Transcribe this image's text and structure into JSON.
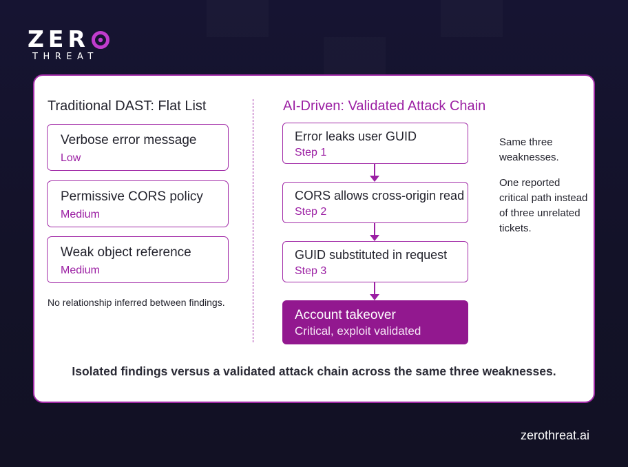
{
  "brand": {
    "logo_word": "ZER",
    "logo_sub": "THREAT",
    "accent_color": "#a12aa7",
    "footer_url": "zerothreat.ai"
  },
  "left": {
    "title": "Traditional DAST: Flat List",
    "findings": [
      {
        "name": "Verbose error message",
        "severity": "Low"
      },
      {
        "name": "Permissive CORS policy",
        "severity": "Medium"
      },
      {
        "name": "Weak object reference",
        "severity": "Medium"
      }
    ],
    "note": "No relationship inferred between findings."
  },
  "right": {
    "title": "AI-Driven: Validated Attack Chain",
    "steps": [
      {
        "name": "Error leaks user GUID",
        "label": "Step 1"
      },
      {
        "name": "CORS allows cross-origin read",
        "label": "Step 2"
      },
      {
        "name": "GUID substituted in request",
        "label": "Step 3"
      }
    ],
    "outcome": {
      "name": "Account takeover",
      "detail": "Critical, exploit validated"
    },
    "side_notes": [
      "Same three weaknesses.",
      "One reported critical path instead of three unrelated tickets."
    ]
  },
  "caption": "Isolated findings versus a validated attack chain across the same three weaknesses."
}
